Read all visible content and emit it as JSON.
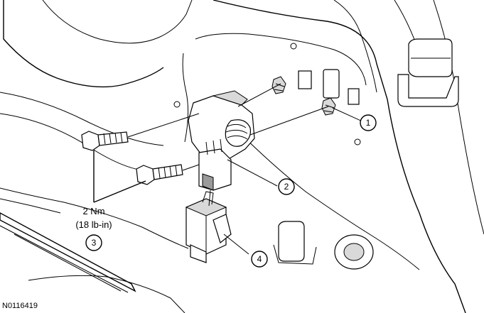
{
  "callouts": [
    {
      "id": "1",
      "label": "1"
    },
    {
      "id": "2",
      "label": "2"
    },
    {
      "id": "3",
      "label": "3"
    },
    {
      "id": "4",
      "label": "4"
    }
  ],
  "torque": {
    "metric": "2 Nm",
    "imperial": "(18 lb-in)"
  },
  "figure_id": "N0116419"
}
